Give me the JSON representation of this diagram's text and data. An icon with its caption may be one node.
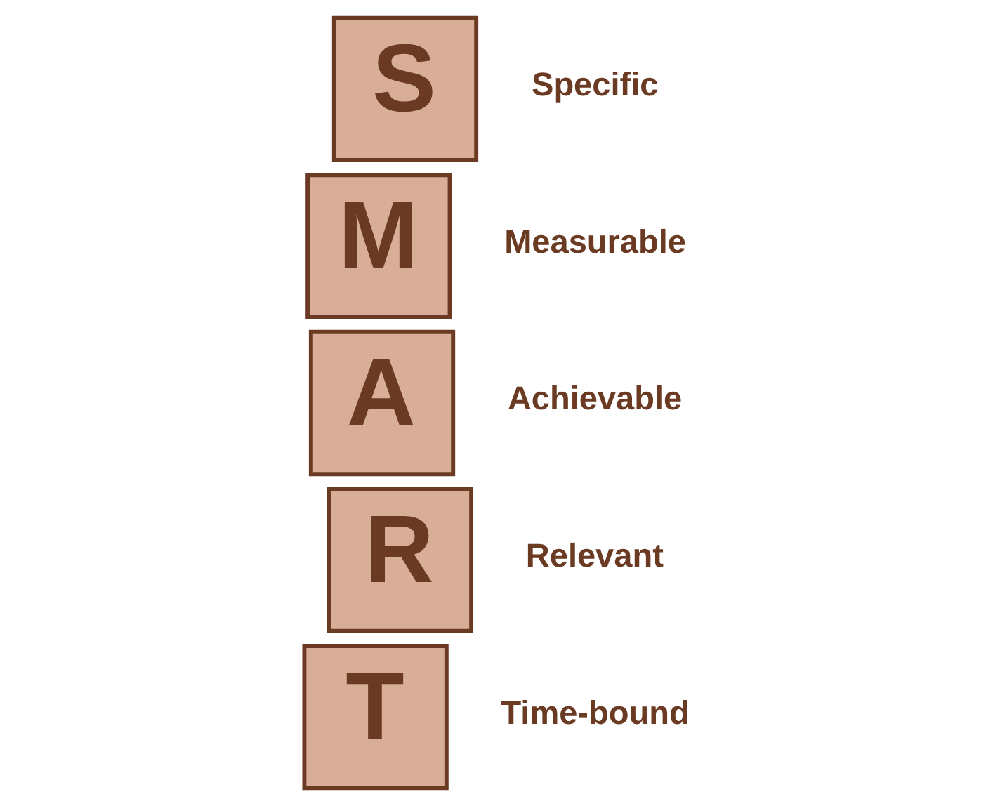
{
  "diagram": {
    "nodes": [
      {
        "text": [
          "S"
        ],
        "beside": [
          "Specific"
        ]
      },
      {
        "text": [
          "M"
        ],
        "beside": [
          "Measurable"
        ]
      },
      {
        "text": [
          "A"
        ],
        "beside": [
          "Achievable"
        ]
      },
      {
        "text": [
          "R"
        ],
        "beside": [
          "Relevant"
        ]
      },
      {
        "text": [
          "T"
        ],
        "beside": [
          "Time-bound"
        ]
      }
    ]
  }
}
